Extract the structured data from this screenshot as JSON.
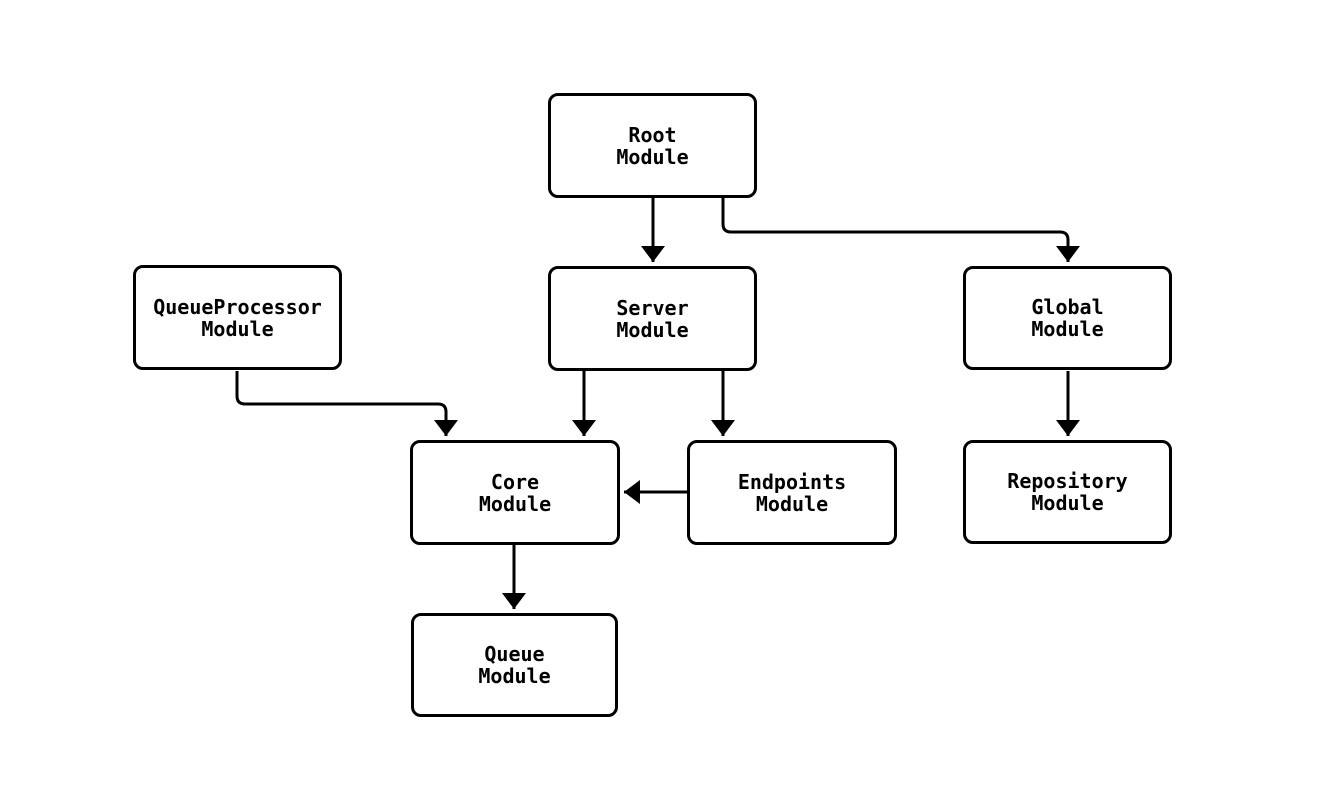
{
  "diagram": {
    "background_color": "#ffffff",
    "line_color": "#000000",
    "node_fill_color": "#ffffff",
    "nodes": [
      {
        "id": "root",
        "line1": "Root",
        "line2": "Module"
      },
      {
        "id": "queueprocessor",
        "line1": "QueueProcessor",
        "line2": "Module"
      },
      {
        "id": "server",
        "line1": "Server",
        "line2": "Module"
      },
      {
        "id": "global",
        "line1": "Global",
        "line2": "Module"
      },
      {
        "id": "core",
        "line1": "Core",
        "line2": "Module"
      },
      {
        "id": "endpoints",
        "line1": "Endpoints",
        "line2": "Module"
      },
      {
        "id": "repository",
        "line1": "Repository",
        "line2": "Module"
      },
      {
        "id": "queue",
        "line1": "Queue",
        "line2": "Module"
      }
    ],
    "edges": [
      {
        "from": "Root Module",
        "to": "Server Module"
      },
      {
        "from": "Root Module",
        "to": "Global Module"
      },
      {
        "from": "QueueProcessor Module",
        "to": "Core Module"
      },
      {
        "from": "Server Module",
        "to": "Core Module"
      },
      {
        "from": "Server Module",
        "to": "Endpoints Module"
      },
      {
        "from": "Global Module",
        "to": "Repository Module"
      },
      {
        "from": "Endpoints Module",
        "to": "Core Module"
      },
      {
        "from": "Core Module",
        "to": "Queue Module"
      }
    ]
  }
}
